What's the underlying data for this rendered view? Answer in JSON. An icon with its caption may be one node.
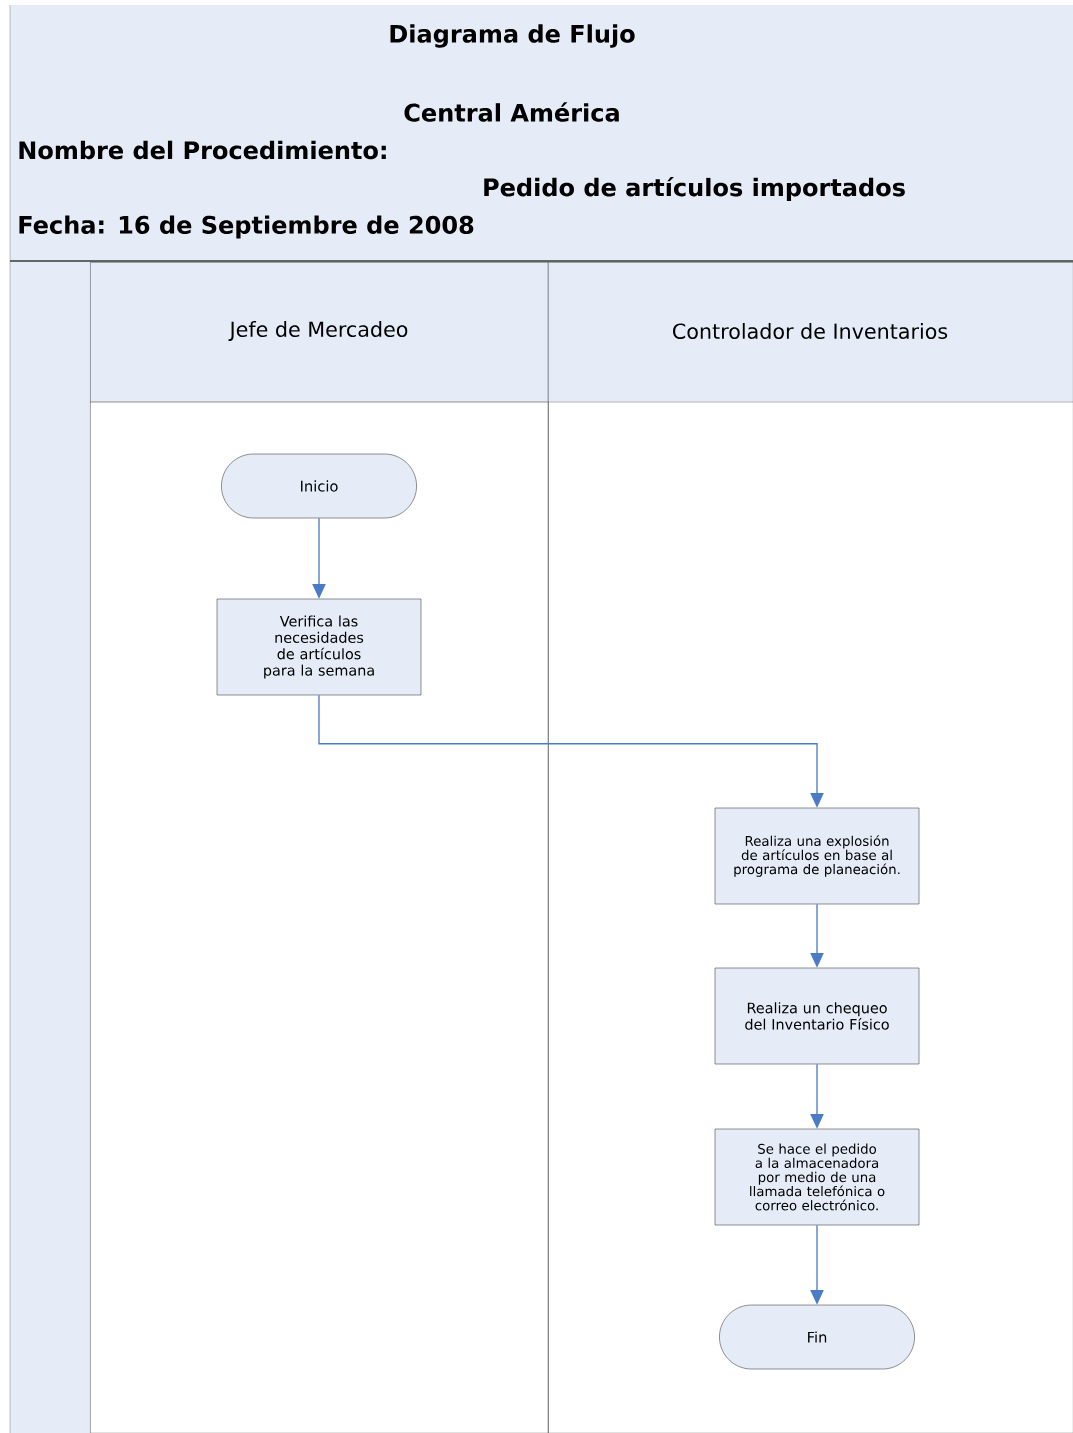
{
  "diagram": {
    "title": "Diagrama de Flujo",
    "nodes": [
      {
        "text": [
          "Jefe de Mercadeo"
        ]
      },
      {
        "text": [
          "Controlador de Inventarios"
        ]
      },
      {
        "text": [
          "Inicio"
        ],
        "in": 0
      },
      {
        "text": [
          "Verifica las necesidades de artículos para la semana"
        ],
        "in": 0
      },
      {
        "text": [
          "Realiza una explosión de artículos en base al programa de planeación."
        ],
        "in": 1
      },
      {
        "text": [
          "Realiza un chequeo del Inventario Físico"
        ],
        "in": 1
      },
      {
        "text": [
          "Se hace el pedido a la almacenadora por medio de una llamada telefónica o correo electrónico."
        ],
        "in": 1
      },
      {
        "text": [
          "Fin"
        ],
        "in": 1
      }
    ],
    "edges": [
      {
        "from": 2,
        "to": 3,
        "arrow": "to"
      },
      {
        "from": 3,
        "to": 4,
        "arrow": "to"
      },
      {
        "from": 4,
        "to": 5,
        "arrow": "to"
      },
      {
        "from": 5,
        "to": 6,
        "arrow": "to"
      },
      {
        "from": 6,
        "to": 7,
        "arrow": "to"
      }
    ],
    "labels": [
      "Central América",
      "Nombre del Procedimiento:",
      "Pedido de artículos importados",
      "Fecha: 16 de Septiembre de 2008"
    ]
  }
}
